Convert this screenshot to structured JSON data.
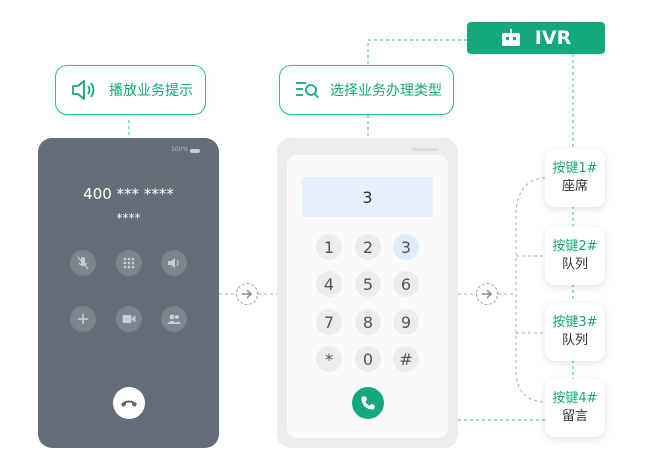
{
  "ivr": {
    "label": "IVR",
    "icon": "robot-icon"
  },
  "callouts": {
    "play_prompt": "播放业务提示",
    "select_type": "选择业务办理类型"
  },
  "dark_phone": {
    "number_line1": "400 *** ****",
    "number_line2": "****",
    "status_text": "100%"
  },
  "keypad": {
    "display": "3",
    "keys": [
      "1",
      "2",
      "3",
      "4",
      "5",
      "6",
      "7",
      "8",
      "9",
      "*",
      "0",
      "#"
    ],
    "selected": "3"
  },
  "options": [
    {
      "key": "按键1#",
      "desc": "座席"
    },
    {
      "key": "按键2#",
      "desc": "队列"
    },
    {
      "key": "按键3#",
      "desc": "队列"
    },
    {
      "key": "按键4#",
      "desc": "留言"
    }
  ],
  "colors": {
    "accent": "#14a87a",
    "phone_dark": "#646d78",
    "display_bg": "#e6effc"
  }
}
